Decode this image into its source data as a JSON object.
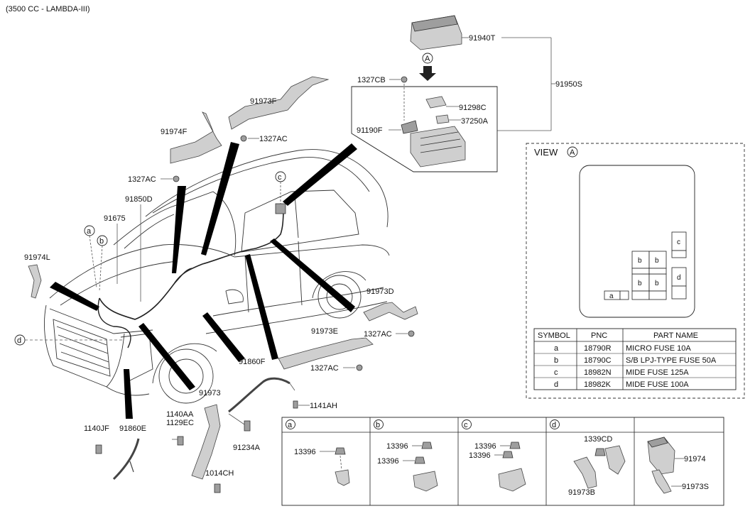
{
  "header": {
    "engine": "(3500 CC - LAMBDA-III)"
  },
  "labels": {
    "p91940T": "91940T",
    "p91950S": "91950S",
    "p1327CB": "1327CB",
    "p91298C": "91298C",
    "p37250A": "37250A",
    "p91190F": "91190F",
    "p91973F": "91973F",
    "p1327AC_1": "1327AC",
    "p91974F": "91974F",
    "p1327AC_2": "1327AC",
    "p91850D": "91850D",
    "p91675": "91675",
    "p91974L": "91974L",
    "p91973D": "91973D",
    "p1327AC_3": "1327AC",
    "p91973E": "91973E",
    "p1327AC_4": "1327AC",
    "p91860F": "91860F",
    "p1141AH": "1141AH",
    "p91973": "91973",
    "p1140AA": "1140AA",
    "p1129EC": "1129EC",
    "p1140JF": "1140JF",
    "p91860E": "91860E",
    "p91234A": "91234A",
    "p1014CH": "1014CH"
  },
  "callouts": {
    "A": "A",
    "a": "a",
    "b": "b",
    "c": "c",
    "d": "d"
  },
  "view": {
    "title": "VIEW",
    "marker": "A",
    "fuse_labels": {
      "a": "a",
      "b": "b",
      "c": "c",
      "d": "d"
    }
  },
  "parts_table": {
    "headers": [
      "SYMBOL",
      "PNC",
      "PART NAME"
    ],
    "rows": [
      {
        "symbol": "a",
        "pnc": "18790R",
        "name": "MICRO FUSE 10A"
      },
      {
        "symbol": "b",
        "pnc": "18790C",
        "name": "S/B LPJ-TYPE FUSE 50A"
      },
      {
        "symbol": "c",
        "pnc": "18982N",
        "name": "MIDE FUSE 125A"
      },
      {
        "symbol": "d",
        "pnc": "18982K",
        "name": "MIDE FUSE 100A"
      }
    ]
  },
  "detail_panels": {
    "a": {
      "key": "a",
      "parts": [
        "13396"
      ]
    },
    "b": {
      "key": "b",
      "parts": [
        "13396",
        "13396"
      ]
    },
    "c": {
      "key": "c",
      "parts": [
        "13396",
        "13396"
      ]
    },
    "d": {
      "key": "d",
      "parts": [
        "1339CD",
        "91973B"
      ]
    },
    "e": {
      "parts": [
        "91974",
        "91973S"
      ]
    }
  }
}
